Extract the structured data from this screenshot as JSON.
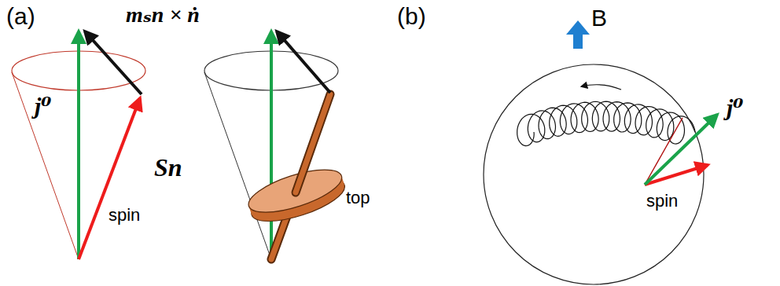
{
  "diagram": {
    "labels": [
      "(a)",
      "mₛn × ṅ",
      "j⁰",
      "Sn",
      "spin",
      "top",
      "(b)",
      "B",
      "j⁰",
      "spin"
    ]
  }
}
